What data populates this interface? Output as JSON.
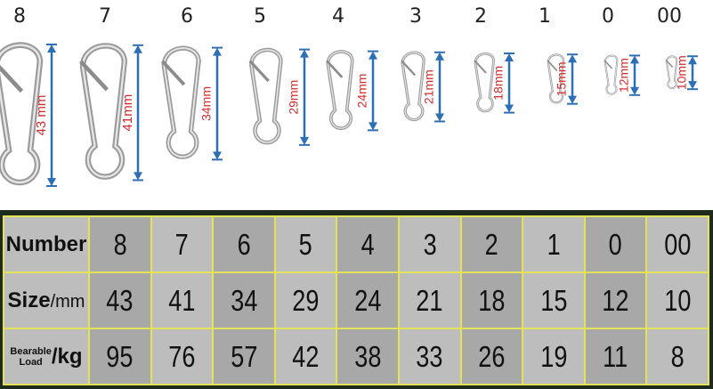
{
  "snaps": [
    {
      "number": "8",
      "size_label": "43 mm",
      "size": 43
    },
    {
      "number": "7",
      "size_label": "41mm",
      "size": 41
    },
    {
      "number": "6",
      "size_label": "34mm",
      "size": 34
    },
    {
      "number": "5",
      "size_label": "29mm",
      "size": 29
    },
    {
      "number": "4",
      "size_label": "24mm",
      "size": 24
    },
    {
      "number": "3",
      "size_label": "21mm",
      "size": 21
    },
    {
      "number": "2",
      "size_label": "18mm",
      "size": 18
    },
    {
      "number": "1",
      "size_label": "15mm",
      "size": 15
    },
    {
      "number": "0",
      "size_label": "12mm",
      "size": 12
    },
    {
      "number": "00",
      "size_label": "10mm",
      "size": 10
    }
  ],
  "table": {
    "row_number_label": "Number",
    "row_size_label": "Size",
    "row_size_unit": "/mm",
    "row_load_label_1": "Bearable",
    "row_load_label_2": "Load",
    "row_load_unit": "/kg",
    "numbers": [
      "8",
      "7",
      "6",
      "5",
      "4",
      "3",
      "2",
      "1",
      "0",
      "00"
    ],
    "sizes": [
      "43",
      "41",
      "34",
      "29",
      "24",
      "21",
      "18",
      "15",
      "12",
      "10"
    ],
    "loads": [
      "95",
      "76",
      "57",
      "42",
      "38",
      "33",
      "26",
      "19",
      "11",
      "8"
    ]
  },
  "colors": {
    "arrow": "#2d6fb5",
    "size_text": "#d42a2a",
    "grid_line": "#e3e35a",
    "cell_light": "#bdbdbd",
    "cell_dark": "#a8a8a8"
  }
}
